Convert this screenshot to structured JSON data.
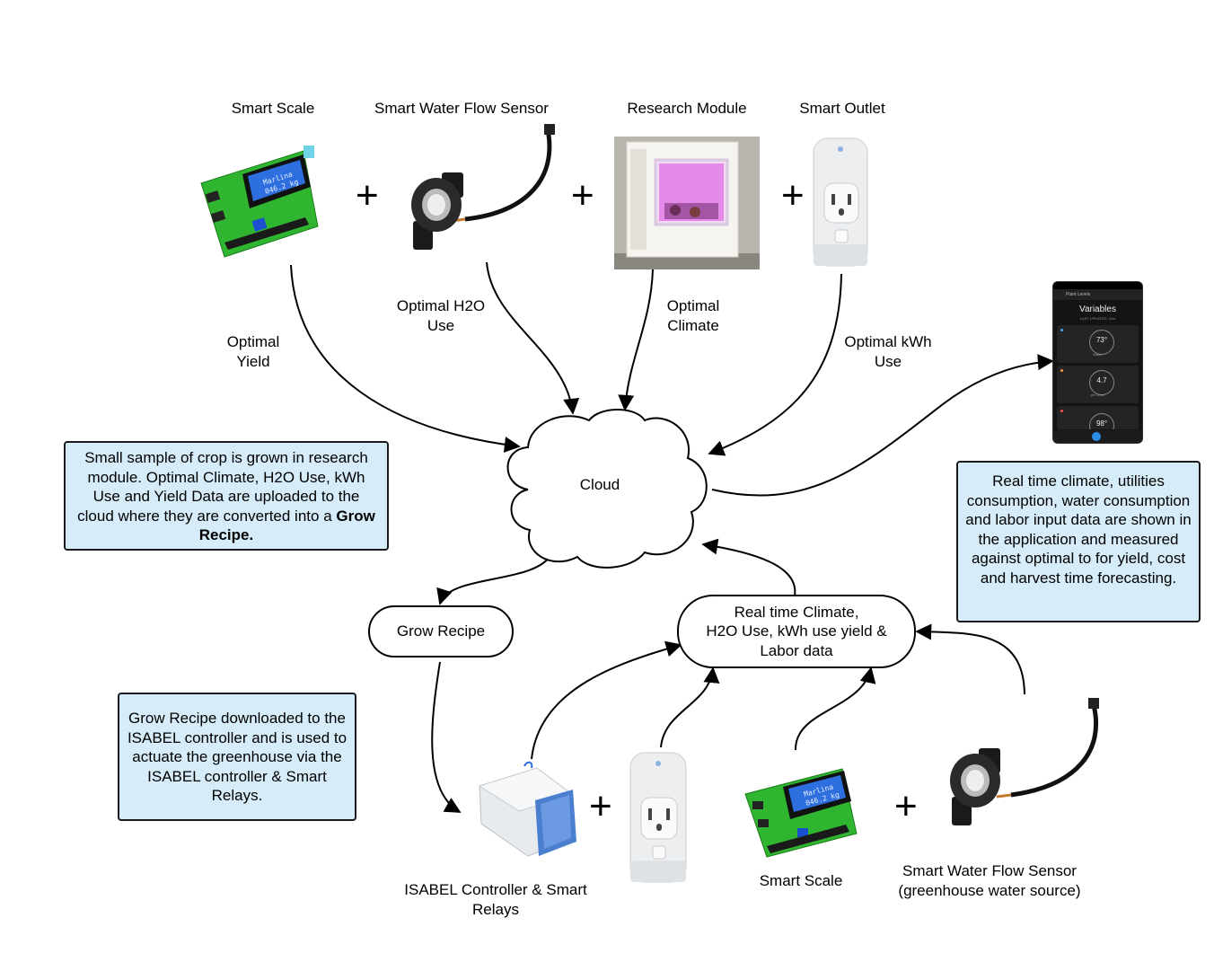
{
  "devices_top": {
    "scale": "Smart Scale",
    "flow": "Smart Water Flow Sensor",
    "research": "Research Module",
    "outlet": "Smart Outlet"
  },
  "scale_display": {
    "line1": "Marlina",
    "line2": "046.2 kg"
  },
  "flows": {
    "yield": "Optimal\nYield",
    "h2o": "Optimal H2O\nUse",
    "climate": "Optimal\nClimate",
    "kwh": "Optimal kWh\nUse"
  },
  "cloud": "Cloud",
  "grow_recipe": "Grow Recipe",
  "realtime": "Real time Climate,\nH2O Use, kWh use yield &\nLabor data",
  "note_left": {
    "text": "Small sample of crop is grown in research module.  Optimal Climate, H2O Use, kWh Use and Yield Data are uploaded to the cloud where they are converted into a",
    "bold": "Grow Recipe."
  },
  "note_right": "Real time climate, utilities consumption, water consumption and labor input data are shown in the application and measured against optimal to for yield, cost and harvest time forecasting.",
  "note_bottom": "Grow Recipe downloaded to the ISABEL controller and is used to actuate the greenhouse via the ISABEL controller & Smart Relays.",
  "phone": {
    "header": "Plant Levels",
    "title": "Variables",
    "subtitle": "LAST UPDATED: 2ms",
    "gauges": [
      {
        "value": "73°",
        "unit": "Water"
      },
      {
        "value": "4.7",
        "unit": "pH Level"
      },
      {
        "value": "98°",
        "unit": ""
      }
    ]
  },
  "devices_bottom": {
    "isabel": "ISABEL Controller & Smart\nRelays",
    "scale": "Smart Scale",
    "flow": "Smart Water Flow Sensor\n(greenhouse water source)"
  },
  "colors": {
    "note_fill": "#d6ecf9",
    "pcb_green": "#2fb52f",
    "lcd_blue": "#2e6fe0",
    "isabel_blue": "#4a7fd0"
  }
}
